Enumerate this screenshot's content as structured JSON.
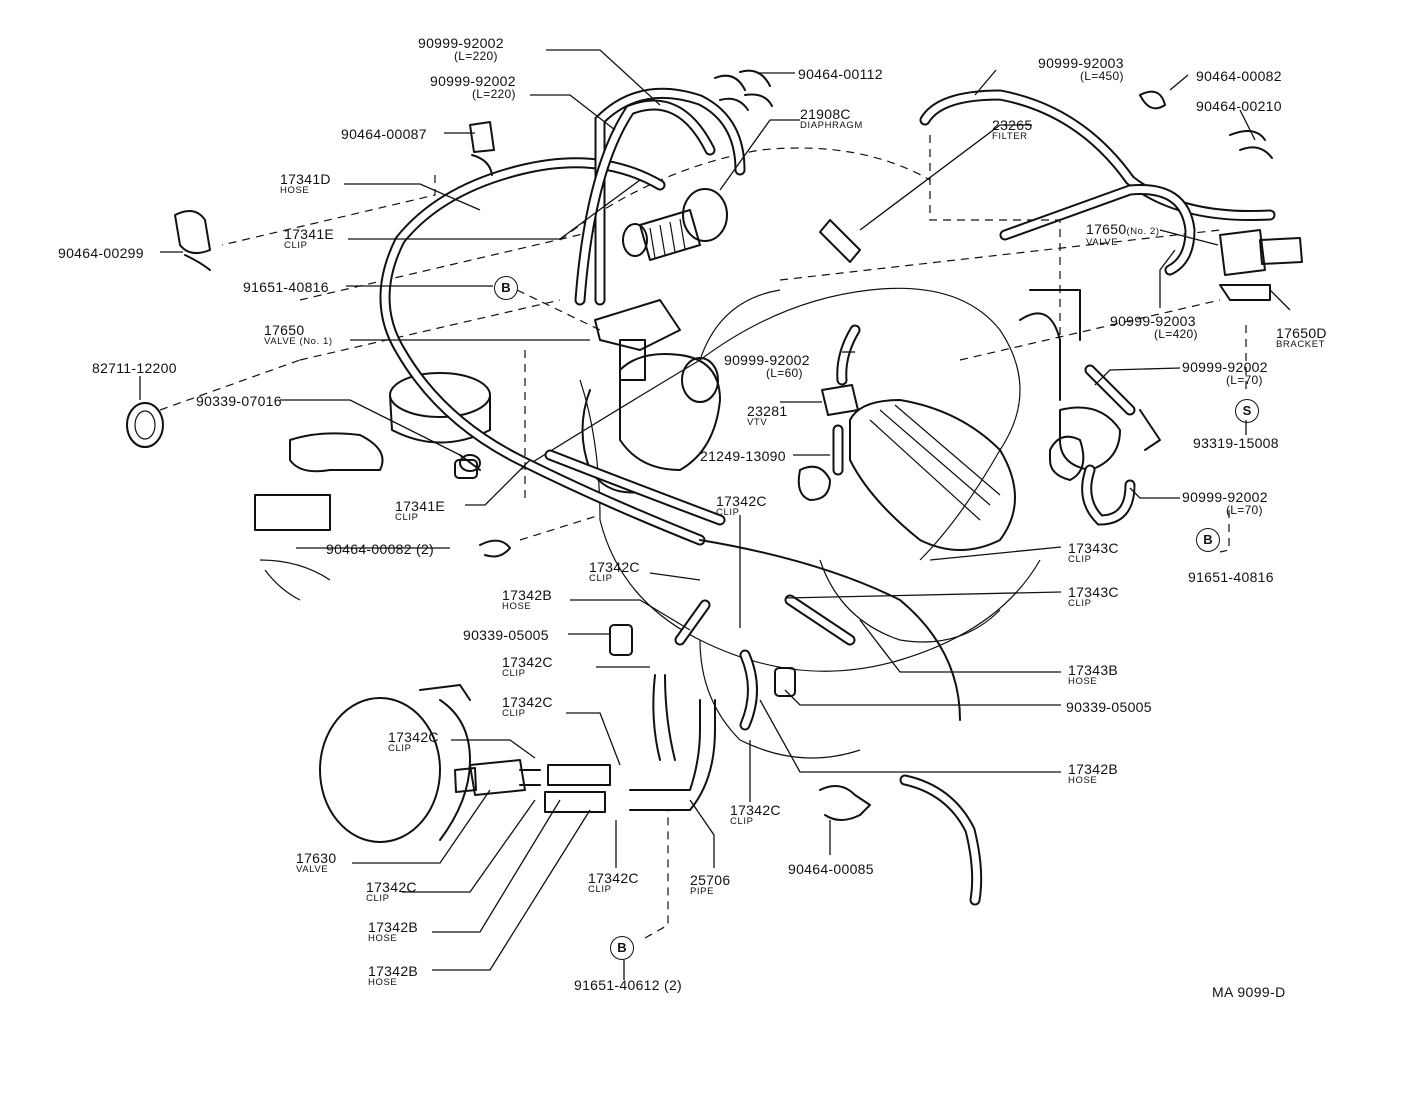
{
  "diagram": {
    "reference_code": "MA 9099-D",
    "callouts": [
      {
        "id": "c01",
        "part": "90999-92002",
        "sub": "(L=220)"
      },
      {
        "id": "c02",
        "part": "90999-92002",
        "sub": "(L=220)"
      },
      {
        "id": "c03",
        "part": "90464-00112",
        "sub": ""
      },
      {
        "id": "c04",
        "part": "21908C",
        "sub": "DIAPHRAGM"
      },
      {
        "id": "c05",
        "part": "90464-00087",
        "sub": ""
      },
      {
        "id": "c06",
        "part": "17341D",
        "sub": "HOSE"
      },
      {
        "id": "c07",
        "part": "90464-00299",
        "sub": ""
      },
      {
        "id": "c08",
        "part": "17341E",
        "sub": "CLIP"
      },
      {
        "id": "c09",
        "part": "91651-40816",
        "sub": ""
      },
      {
        "id": "c10",
        "part": "17650",
        "sub": "VALVE (No. 1)"
      },
      {
        "id": "c11",
        "part": "82711-12200",
        "sub": ""
      },
      {
        "id": "c12",
        "part": "90339-07016",
        "sub": ""
      },
      {
        "id": "c13",
        "part": "17341E",
        "sub": "CLIP"
      },
      {
        "id": "c14",
        "part": "90464-00082 (2)",
        "sub": ""
      },
      {
        "id": "c15",
        "part": "90999-92003",
        "sub": "(L=450)"
      },
      {
        "id": "c16",
        "part": "90464-00082",
        "sub": ""
      },
      {
        "id": "c17",
        "part": "90464-00210",
        "sub": ""
      },
      {
        "id": "c18",
        "part": "23265",
        "sub": "FILTER"
      },
      {
        "id": "c19",
        "part": "17650",
        "sub": "VALVE",
        "extra": "(No. 2)"
      },
      {
        "id": "c20",
        "part": "90999-92003",
        "sub": "(L=420)"
      },
      {
        "id": "c21",
        "part": "17650D",
        "sub": "BRACKET"
      },
      {
        "id": "c22",
        "part": "90999-92002",
        "sub": "(L=60)"
      },
      {
        "id": "c23",
        "part": "23281",
        "sub": "VTV"
      },
      {
        "id": "c24",
        "part": "21249-13090",
        "sub": ""
      },
      {
        "id": "c25",
        "part": "90999-92002",
        "sub": "(L=70)"
      },
      {
        "id": "c26",
        "part": "93319-15008",
        "sub": ""
      },
      {
        "id": "c27",
        "part": "90999-92002",
        "sub": "(L=70)"
      },
      {
        "id": "c28",
        "part": "91651-40816",
        "sub": ""
      },
      {
        "id": "c29",
        "part": "17342C",
        "sub": "CLIP"
      },
      {
        "id": "c30",
        "part": "17342C",
        "sub": "CLIP"
      },
      {
        "id": "c31",
        "part": "17342B",
        "sub": "HOSE"
      },
      {
        "id": "c32",
        "part": "90339-05005",
        "sub": ""
      },
      {
        "id": "c33",
        "part": "17342C",
        "sub": "CLIP"
      },
      {
        "id": "c34",
        "part": "17342C",
        "sub": "CLIP"
      },
      {
        "id": "c35",
        "part": "17342C",
        "sub": "CLIP"
      },
      {
        "id": "c36",
        "part": "17343C",
        "sub": "CLIP"
      },
      {
        "id": "c37",
        "part": "17343C",
        "sub": "CLIP"
      },
      {
        "id": "c38",
        "part": "17343B",
        "sub": "HOSE"
      },
      {
        "id": "c39",
        "part": "90339-05005",
        "sub": ""
      },
      {
        "id": "c40",
        "part": "17342B",
        "sub": "HOSE"
      },
      {
        "id": "c41",
        "part": "17342C",
        "sub": "CLIP"
      },
      {
        "id": "c42",
        "part": "90464-00085",
        "sub": ""
      },
      {
        "id": "c43",
        "part": "17630",
        "sub": "VALVE"
      },
      {
        "id": "c44",
        "part": "17342C",
        "sub": "CLIP"
      },
      {
        "id": "c45",
        "part": "17342C",
        "sub": "CLIP"
      },
      {
        "id": "c46",
        "part": "25706",
        "sub": "PIPE"
      },
      {
        "id": "c47",
        "part": "17342B",
        "sub": "HOSE"
      },
      {
        "id": "c48",
        "part": "17342B",
        "sub": "HOSE"
      },
      {
        "id": "c49",
        "part": "91651-40612 (2)",
        "sub": ""
      }
    ],
    "letter_markers": [
      {
        "id": "m1",
        "letter": "B"
      },
      {
        "id": "m2",
        "letter": "S"
      },
      {
        "id": "m3",
        "letter": "B"
      },
      {
        "id": "m4",
        "letter": "B"
      }
    ]
  }
}
